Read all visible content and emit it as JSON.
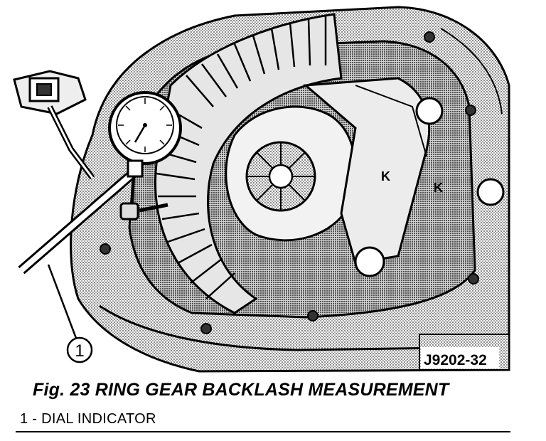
{
  "figure": {
    "callout_number": "1",
    "drawing_id": "J9202-32",
    "caption": "Fig. 23 RING GEAR BACKLASH MEASUREMENT"
  },
  "legend": {
    "items": [
      {
        "label": "1 - DIAL INDICATOR"
      }
    ]
  },
  "colors": {
    "ink": "#000000",
    "paper": "#ffffff",
    "shade": "#b8b8b8"
  }
}
